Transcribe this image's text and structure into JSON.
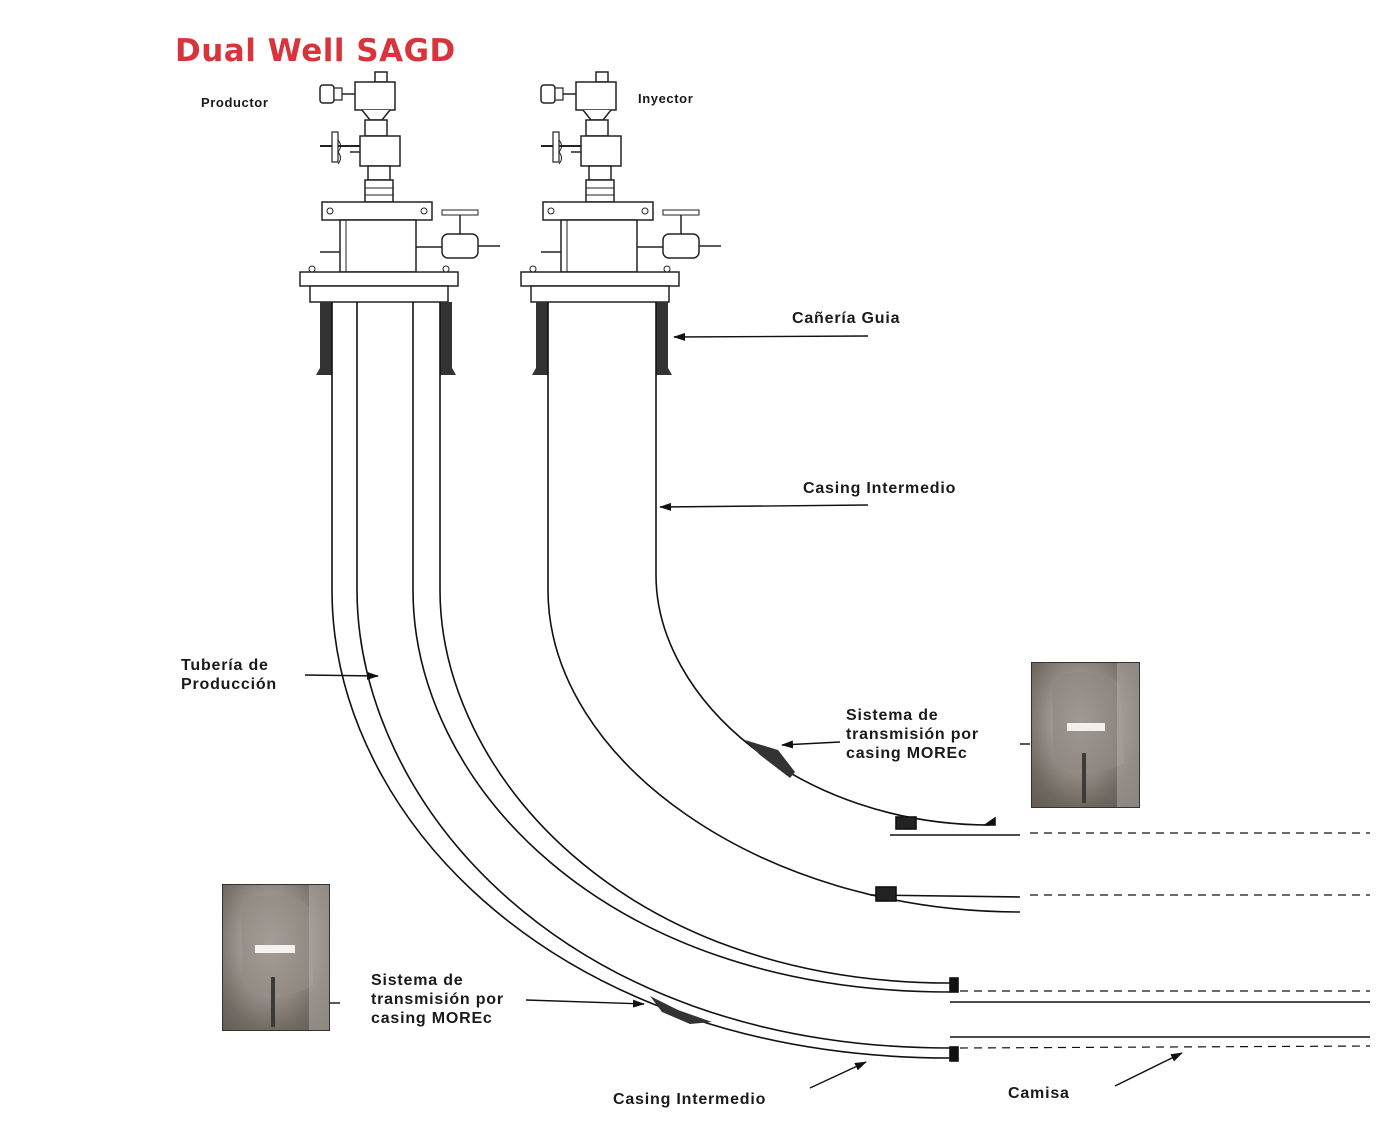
{
  "title": "Dual Well SAGD",
  "wellheads": {
    "producer_label": "Productor",
    "injector_label": "Inyector"
  },
  "labels": {
    "conductor": "Cañería Guia",
    "intermediate_casing_injector": "Casing Intermedio",
    "production_tubing": [
      "Tubería de",
      "Producción"
    ],
    "transmission_injector": [
      "Sistema de",
      "transmisión por",
      "casing MOREc"
    ],
    "transmission_producer": [
      "Sistema de",
      "transmisión por",
      "casing MOREc"
    ],
    "intermediate_casing_producer": "Casing Intermedio",
    "liner": "Camisa"
  },
  "photos": {
    "injector_photo": "MOREc transmission system photo (injector)",
    "producer_photo": "MOREc transmission system photo (producer)"
  }
}
